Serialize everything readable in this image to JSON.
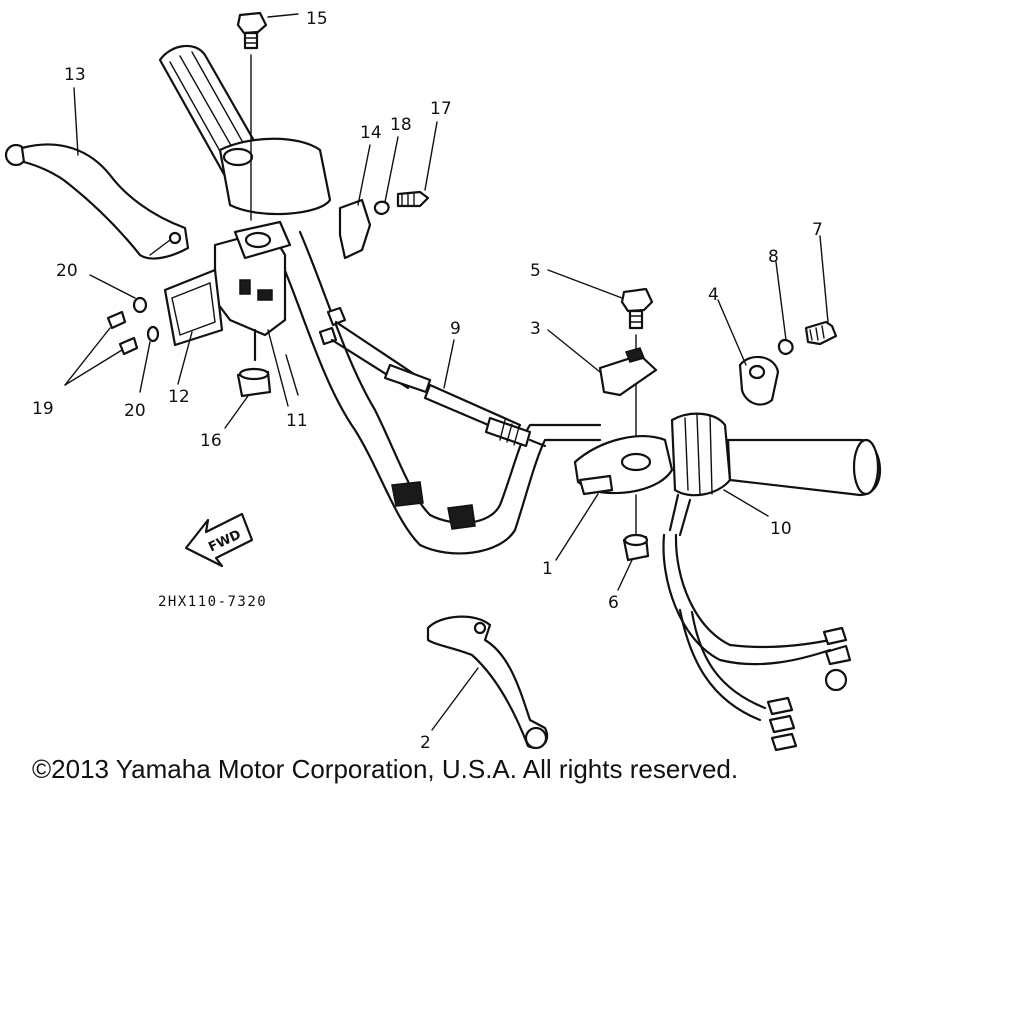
{
  "diagram": {
    "part_numbers": {
      "p1": "1",
      "p2": "2",
      "p3": "3",
      "p4": "4",
      "p5": "5",
      "p6": "6",
      "p7": "7",
      "p8": "8",
      "p9": "9",
      "p10": "10",
      "p11": "11",
      "p12": "12",
      "p13": "13",
      "p14": "14",
      "p15": "15",
      "p16": "16",
      "p17": "17",
      "p18": "18",
      "p19": "19",
      "p20a": "20",
      "p20b": "20"
    },
    "direction_label": "FWD",
    "drawing_code": "2HX110-7320"
  },
  "footer": {
    "copyright": "©2013 Yamaha Motor Corporation, U.S.A. All rights reserved."
  }
}
